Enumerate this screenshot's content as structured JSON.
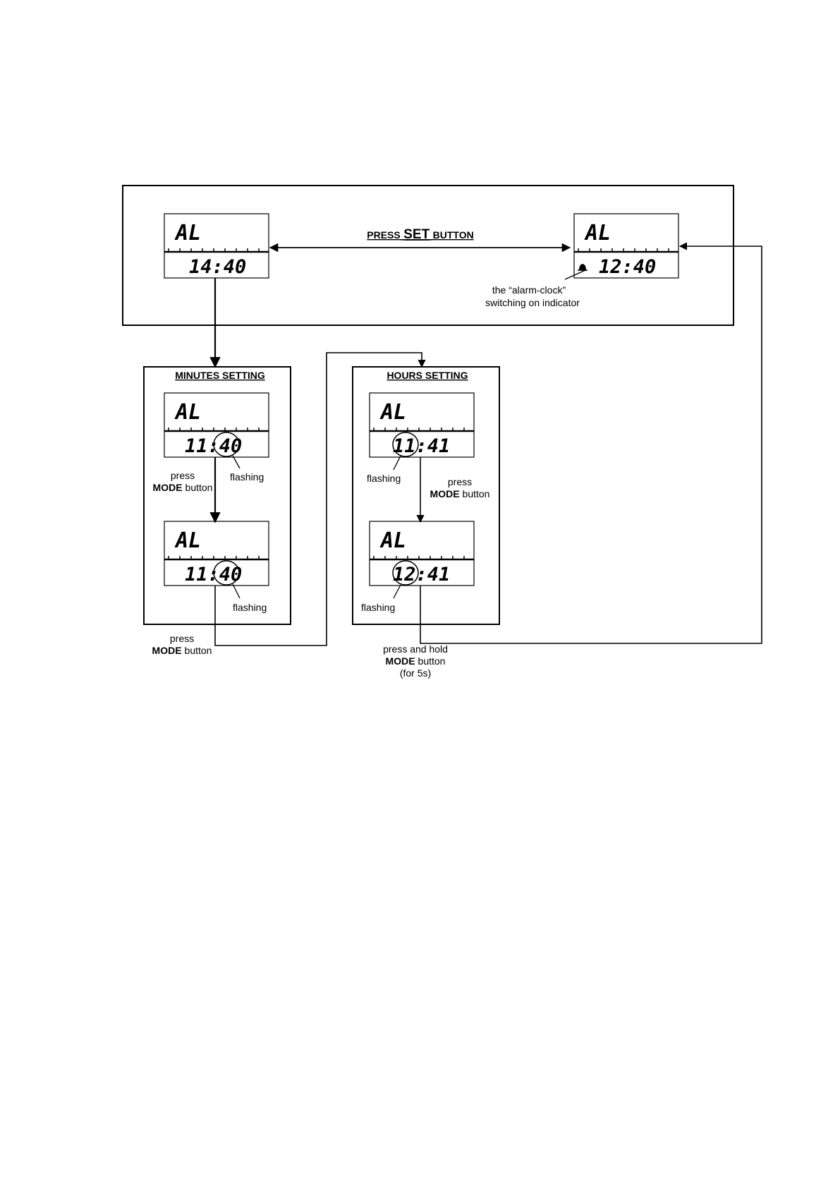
{
  "top_panel": {
    "left_display": {
      "mode": "AL",
      "time": "14:40"
    },
    "right_display": {
      "mode": "AL",
      "time": "12:40"
    },
    "press_set_prefix": "PRESS",
    "press_set_key": "SET",
    "press_set_suffix": "BUTTON",
    "indicator_line1": "the “alarm-clock”",
    "indicator_line2": "switching on indicator"
  },
  "minutes_setting": {
    "title": "MINUTES SETTING",
    "display_a": {
      "mode": "AL",
      "time": "11:40"
    },
    "display_b": {
      "mode": "AL",
      "time": "11:40"
    },
    "flashing_a": "flashing",
    "flashing_b": "flashing",
    "step_press": "press",
    "step_mode": "MODE",
    "step_button": "button"
  },
  "minutes_exit": {
    "press": "press",
    "mode": "MODE",
    "button": "button"
  },
  "hours_setting": {
    "title": "HOURS SETTING",
    "display_a": {
      "mode": "AL",
      "time": "11:41"
    },
    "display_b": {
      "mode": "AL",
      "time": "12:41"
    },
    "flashing_a": "flashing",
    "flashing_b": "flashing",
    "step_press": "press",
    "step_mode": "MODE",
    "step_button": "button"
  },
  "hours_exit": {
    "line1": "press and hold",
    "mode": "MODE",
    "button": "button",
    "line3": "(for 5s)"
  },
  "icons": [
    "bell-icon"
  ],
  "colors": {
    "ink": "#000000",
    "paper": "#ffffff"
  }
}
